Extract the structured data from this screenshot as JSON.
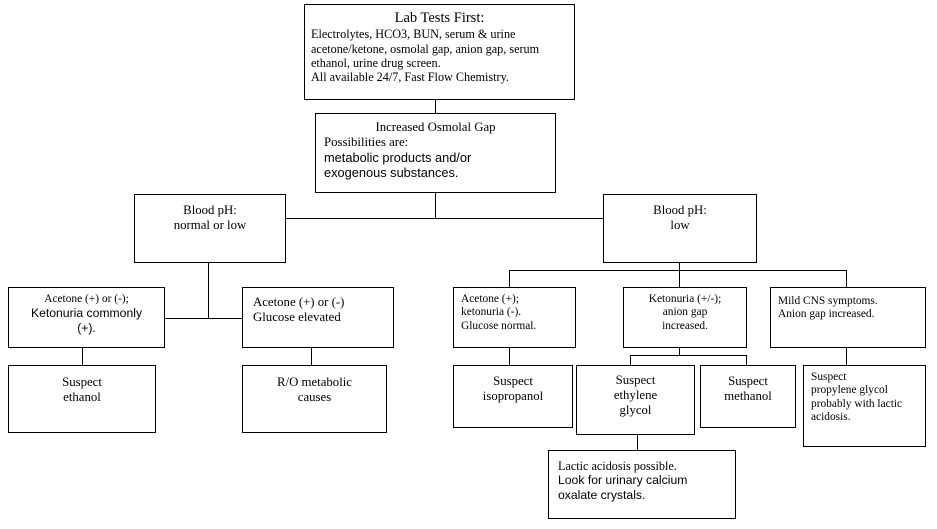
{
  "diagram": {
    "title": "Lab Tests First — Increased Osmolal Gap diagnostic flowchart",
    "stroke_color": "#000000",
    "background_color": "#ffffff",
    "text_color": "#000000"
  },
  "nodes": {
    "lab_tests": {
      "lines": [
        "Lab Tests First:",
        "Electrolytes, HCO3, BUN, serum & urine",
        "acetone/ketone, osmolal gap, anion gap, serum",
        "ethanol, urine drug screen.",
        "All available 24/7, Fast Flow Chemistry."
      ]
    },
    "osmolal_gap": {
      "lines": [
        "Increased Osmolal  Gap",
        "Possibilities are:",
        "metabolic products and/or",
        "exogenous substances."
      ]
    },
    "ph_normal_low": {
      "lines": [
        "Blood pH:",
        "normal or low"
      ]
    },
    "ph_low": {
      "lines": [
        "Blood pH:",
        "low"
      ]
    },
    "acetone_ketonuria": {
      "lines": [
        "Acetone (+) or (-);",
        "Ketonuria commonly",
        "(+)."
      ]
    },
    "acetone_glucose": {
      "lines": [
        "Acetone  (+) or  (-)",
        "Glucose elevated"
      ]
    },
    "suspect_ethanol": {
      "lines": [
        "Suspect",
        "ethanol"
      ]
    },
    "ro_metabolic": {
      "lines": [
        "R/O metabolic",
        "causes"
      ]
    },
    "acetone_pos": {
      "lines": [
        "Acetone (+);",
        "ketonuria (-).",
        "Glucose normal."
      ]
    },
    "ketonuria_aniongap": {
      "lines": [
        "Ketonuria (+/-);",
        "anion gap",
        "increased."
      ]
    },
    "mild_cns": {
      "lines": [
        "Mild CNS symptoms.",
        "Anion gap increased."
      ]
    },
    "suspect_isopropanol": {
      "lines": [
        "Suspect",
        "isopropanol"
      ]
    },
    "suspect_ethylene_glycol": {
      "lines": [
        "Suspect",
        "ethylene",
        "glycol"
      ]
    },
    "suspect_methanol": {
      "lines": [
        "Suspect",
        "methanol"
      ]
    },
    "suspect_propylene_glycol": {
      "lines": [
        "Suspect",
        "propylene glycol",
        "probably with lactic",
        "acidosis."
      ]
    },
    "lactic_acidosis": {
      "lines": [
        "Lactic acidosis possible.",
        "Look for urinary calcium",
        "oxalate crystals."
      ]
    }
  }
}
